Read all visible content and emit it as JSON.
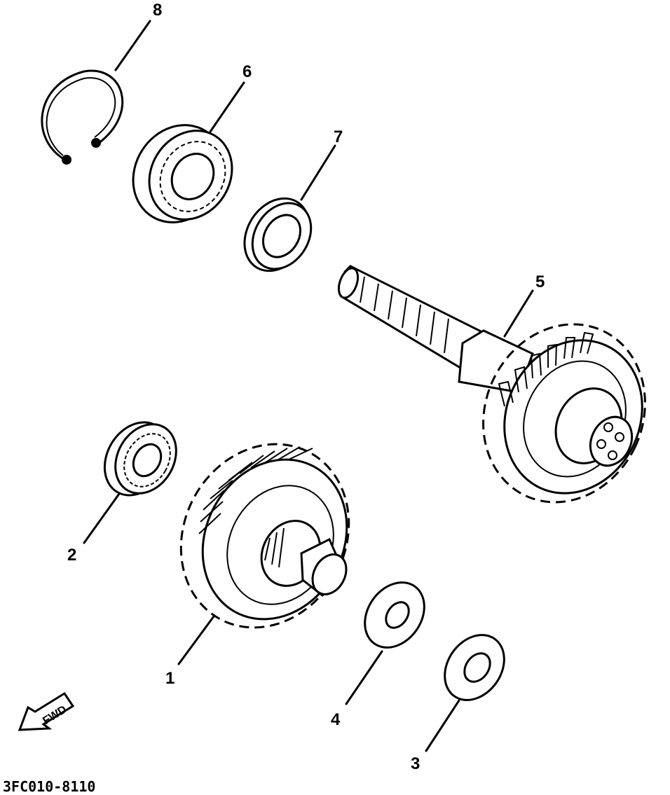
{
  "diagram": {
    "reference_code": "3FC010-8110",
    "fwd_label": "FWD",
    "parts": [
      {
        "number": "1"
      },
      {
        "number": "2"
      },
      {
        "number": "3"
      },
      {
        "number": "4"
      },
      {
        "number": "5"
      },
      {
        "number": "6"
      },
      {
        "number": "7"
      },
      {
        "number": "8"
      }
    ]
  }
}
